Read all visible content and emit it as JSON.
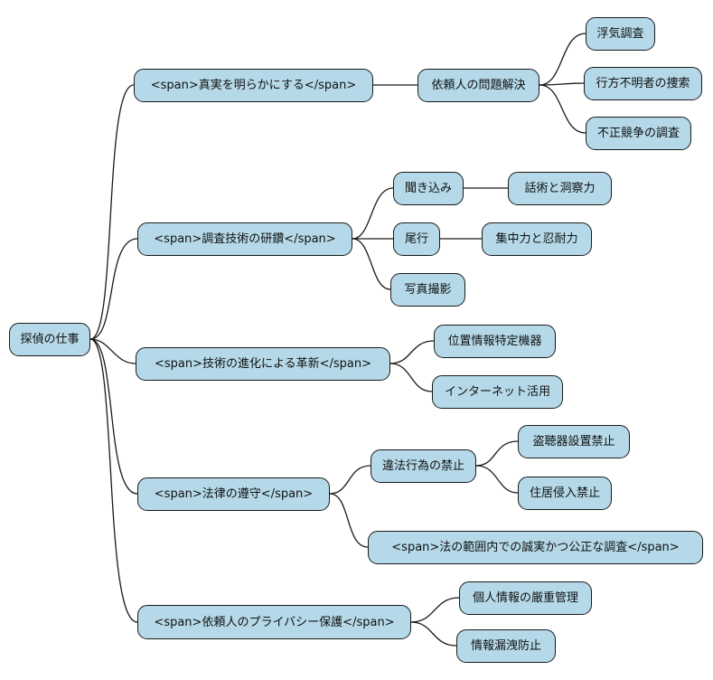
{
  "style": {
    "background": "#ffffff",
    "node_fill": "#b5d9e8",
    "node_border": "#1a1a1a",
    "edge_color": "#1a1a1a",
    "text_color": "#111111"
  },
  "mindmap": {
    "type": "mindmap-diagram",
    "root": {
      "label": "探偵の仕事"
    },
    "branches": [
      {
        "label": "<span>真実を明らかにする</span>",
        "children": [
          {
            "label": "依頼人の問題解決",
            "children": [
              {
                "label": "浮気調査"
              },
              {
                "label": "行方不明者の捜索"
              },
              {
                "label": "不正競争の調査"
              }
            ]
          }
        ]
      },
      {
        "label": "<span>調査技術の研鑽</span>",
        "children": [
          {
            "label": "聞き込み",
            "children": [
              {
                "label": "話術と洞察力"
              }
            ]
          },
          {
            "label": "尾行",
            "children": [
              {
                "label": "集中力と忍耐力"
              }
            ]
          },
          {
            "label": "写真撮影",
            "children": []
          }
        ]
      },
      {
        "label": "<span>技術の進化による革新</span>",
        "children": [
          {
            "label": "位置情報特定機器"
          },
          {
            "label": "インターネット活用"
          }
        ]
      },
      {
        "label": "<span>法律の遵守</span>",
        "children": [
          {
            "label": "違法行為の禁止",
            "children": [
              {
                "label": "盗聴器設置禁止"
              },
              {
                "label": "住居侵入禁止"
              }
            ]
          },
          {
            "label": "<span>法の範囲内での誠実かつ公正な調査</span>",
            "children": []
          }
        ]
      },
      {
        "label": "<span>依頼人のプライバシー保護</span>",
        "children": [
          {
            "label": "個人情報の厳重管理"
          },
          {
            "label": "情報漏洩防止"
          }
        ]
      }
    ]
  }
}
